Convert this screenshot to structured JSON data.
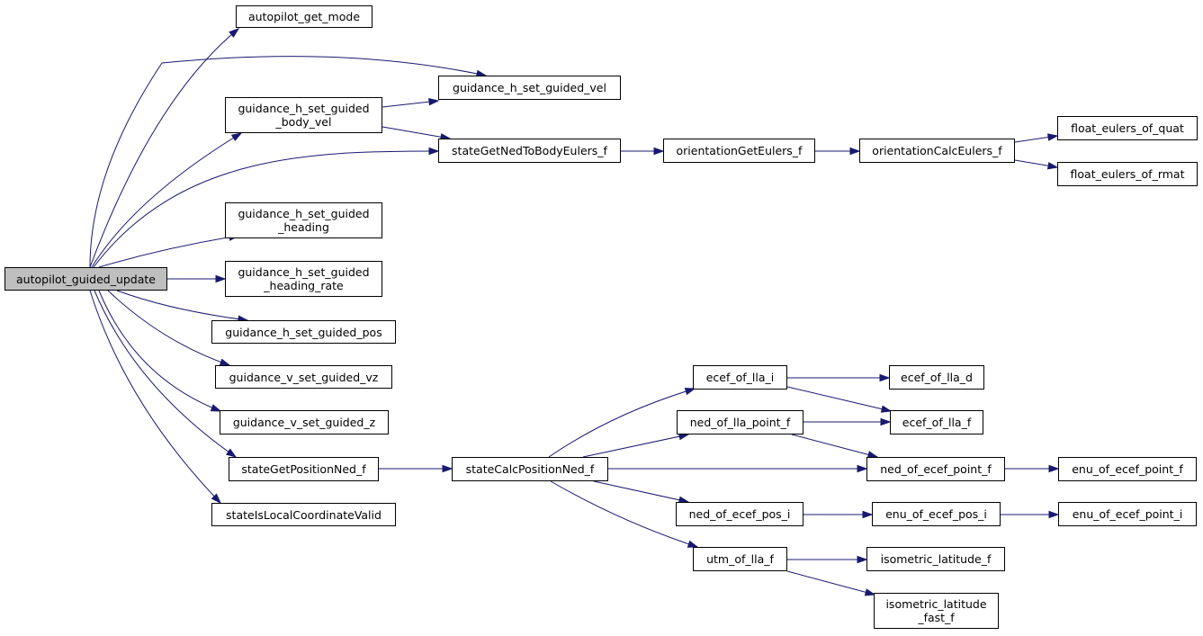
{
  "colors": {
    "edge": "#191970",
    "node_border": "#000000",
    "root_fill": "#bfbfbf",
    "node_fill": "#ffffff"
  },
  "nodes": {
    "root": {
      "lines": [
        "autopilot_guided_update"
      ]
    },
    "get_mode": {
      "lines": [
        "autopilot_get_mode"
      ]
    },
    "set_guided_vel": {
      "lines": [
        "guidance_h_set_guided_vel"
      ]
    },
    "set_guided_body_vel": {
      "lines": [
        "guidance_h_set_guided",
        "_body_vel"
      ]
    },
    "ned_to_body_eulers": {
      "lines": [
        "stateGetNedToBodyEulers_f"
      ]
    },
    "orientation_get_eulers": {
      "lines": [
        "orientationGetEulers_f"
      ]
    },
    "orientation_calc_eulers": {
      "lines": [
        "orientationCalcEulers_f"
      ]
    },
    "float_eulers_of_quat": {
      "lines": [
        "float_eulers_of_quat"
      ]
    },
    "float_eulers_of_rmat": {
      "lines": [
        "float_eulers_of_rmat"
      ]
    },
    "set_guided_heading": {
      "lines": [
        "guidance_h_set_guided",
        "_heading"
      ]
    },
    "set_guided_heading_rate": {
      "lines": [
        "guidance_h_set_guided",
        "_heading_rate"
      ]
    },
    "set_guided_pos": {
      "lines": [
        "guidance_h_set_guided_pos"
      ]
    },
    "set_guided_vz": {
      "lines": [
        "guidance_v_set_guided_vz"
      ]
    },
    "set_guided_z": {
      "lines": [
        "guidance_v_set_guided_z"
      ]
    },
    "get_position_ned": {
      "lines": [
        "stateGetPositionNed_f"
      ]
    },
    "is_local_coord_valid": {
      "lines": [
        "stateIsLocalCoordinateValid"
      ]
    },
    "calc_position_ned": {
      "lines": [
        "stateCalcPositionNed_f"
      ]
    },
    "ecef_of_lla_i": {
      "lines": [
        "ecef_of_lla_i"
      ]
    },
    "ecef_of_lla_d": {
      "lines": [
        "ecef_of_lla_d"
      ]
    },
    "ned_of_lla_point_f": {
      "lines": [
        "ned_of_lla_point_f"
      ]
    },
    "ecef_of_lla_f": {
      "lines": [
        "ecef_of_lla_f"
      ]
    },
    "ned_of_ecef_point_f": {
      "lines": [
        "ned_of_ecef_point_f"
      ]
    },
    "enu_of_ecef_point_f": {
      "lines": [
        "enu_of_ecef_point_f"
      ]
    },
    "ned_of_ecef_pos_i": {
      "lines": [
        "ned_of_ecef_pos_i"
      ]
    },
    "enu_of_ecef_pos_i": {
      "lines": [
        "enu_of_ecef_pos_i"
      ]
    },
    "enu_of_ecef_point_i": {
      "lines": [
        "enu_of_ecef_point_i"
      ]
    },
    "utm_of_lla_f": {
      "lines": [
        "utm_of_lla_f"
      ]
    },
    "isometric_latitude_f": {
      "lines": [
        "isometric_latitude_f"
      ]
    },
    "isometric_latitude_fast_f": {
      "lines": [
        "isometric_latitude",
        "_fast_f"
      ]
    }
  },
  "edges": [
    [
      "root",
      "get_mode"
    ],
    [
      "root",
      "set_guided_vel"
    ],
    [
      "root",
      "set_guided_body_vel"
    ],
    [
      "root",
      "ned_to_body_eulers"
    ],
    [
      "root",
      "set_guided_heading"
    ],
    [
      "root",
      "set_guided_heading_rate"
    ],
    [
      "root",
      "set_guided_pos"
    ],
    [
      "root",
      "set_guided_vz"
    ],
    [
      "root",
      "set_guided_z"
    ],
    [
      "root",
      "get_position_ned"
    ],
    [
      "root",
      "is_local_coord_valid"
    ],
    [
      "set_guided_body_vel",
      "set_guided_vel"
    ],
    [
      "set_guided_body_vel",
      "ned_to_body_eulers"
    ],
    [
      "ned_to_body_eulers",
      "orientation_get_eulers"
    ],
    [
      "orientation_get_eulers",
      "orientation_calc_eulers"
    ],
    [
      "orientation_calc_eulers",
      "float_eulers_of_quat"
    ],
    [
      "orientation_calc_eulers",
      "float_eulers_of_rmat"
    ],
    [
      "get_position_ned",
      "calc_position_ned"
    ],
    [
      "calc_position_ned",
      "ecef_of_lla_i"
    ],
    [
      "calc_position_ned",
      "ned_of_lla_point_f"
    ],
    [
      "calc_position_ned",
      "ned_of_ecef_point_f"
    ],
    [
      "calc_position_ned",
      "ned_of_ecef_pos_i"
    ],
    [
      "calc_position_ned",
      "utm_of_lla_f"
    ],
    [
      "ecef_of_lla_i",
      "ecef_of_lla_d"
    ],
    [
      "ecef_of_lla_i",
      "ecef_of_lla_f"
    ],
    [
      "ned_of_lla_point_f",
      "ecef_of_lla_f"
    ],
    [
      "ned_of_lla_point_f",
      "ned_of_ecef_point_f"
    ],
    [
      "ned_of_ecef_point_f",
      "enu_of_ecef_point_f"
    ],
    [
      "ned_of_ecef_pos_i",
      "enu_of_ecef_pos_i"
    ],
    [
      "enu_of_ecef_pos_i",
      "enu_of_ecef_point_i"
    ],
    [
      "utm_of_lla_f",
      "isometric_latitude_f"
    ],
    [
      "utm_of_lla_f",
      "isometric_latitude_fast_f"
    ]
  ]
}
